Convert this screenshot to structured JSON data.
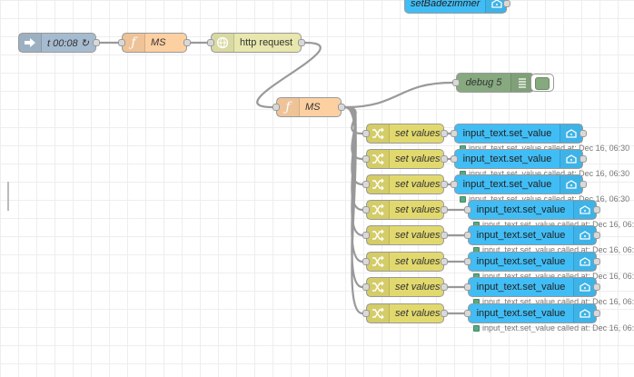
{
  "canvas": {
    "background": "#ffffff",
    "grid_color": "#eeeeee",
    "wire_color": "#999999"
  },
  "nodes": {
    "top_node": {
      "label": "setBadezimmer",
      "color": "#41bdf5",
      "icon": "home-assistant-icon"
    },
    "inject": {
      "label": "t 00:08 ↻",
      "color": "#a6bbcf",
      "icon": "inject-arrow-icon"
    },
    "function_1": {
      "label": "MS",
      "color": "#fdd0a2",
      "icon": "function-icon"
    },
    "http_request": {
      "label": "http request",
      "color": "#e7e7ae",
      "icon": "globe-icon"
    },
    "function_2": {
      "label": "MS",
      "color": "#fdd0a2",
      "icon": "function-icon"
    },
    "debug": {
      "label": "debug 5",
      "color": "#87a980",
      "icon": "list-icon"
    }
  },
  "change_nodes": [
    {
      "label": "set values",
      "icon": "shuffle-icon"
    },
    {
      "label": "set values",
      "icon": "shuffle-icon"
    },
    {
      "label": "set values",
      "icon": "shuffle-icon"
    },
    {
      "label": "set values",
      "icon": "shuffle-icon"
    },
    {
      "label": "set values",
      "icon": "shuffle-icon"
    },
    {
      "label": "set values",
      "icon": "shuffle-icon"
    },
    {
      "label": "set values",
      "icon": "shuffle-icon"
    },
    {
      "label": "set values",
      "icon": "shuffle-icon"
    }
  ],
  "service_nodes": [
    {
      "label": "input_text.set_value",
      "status": "input_text.set_value called at: Dec 16, 06:30"
    },
    {
      "label": "input_text.set_value",
      "status": "input_text.set_value called at: Dec 16, 06:30"
    },
    {
      "label": "input_text.set_value",
      "status": "input_text.set_value called at: Dec 16, 06:30"
    },
    {
      "label": "input_text.set_value",
      "status": "input_text.set_value called at: Dec 16, 06:"
    },
    {
      "label": "input_text.set_value",
      "status": "input_text.set_value called at: Dec 16, 06:"
    },
    {
      "label": "input_text.set_value",
      "status": "input_text.set_value called at: Dec 16, 06:"
    },
    {
      "label": "input_text.set_value",
      "status": "input_text.set_value called at: Dec 16, 06:"
    },
    {
      "label": "input_text.set_value",
      "status": "input_text.set_value called at: Dec 16, 06:"
    }
  ],
  "status_color": "#55aa88"
}
